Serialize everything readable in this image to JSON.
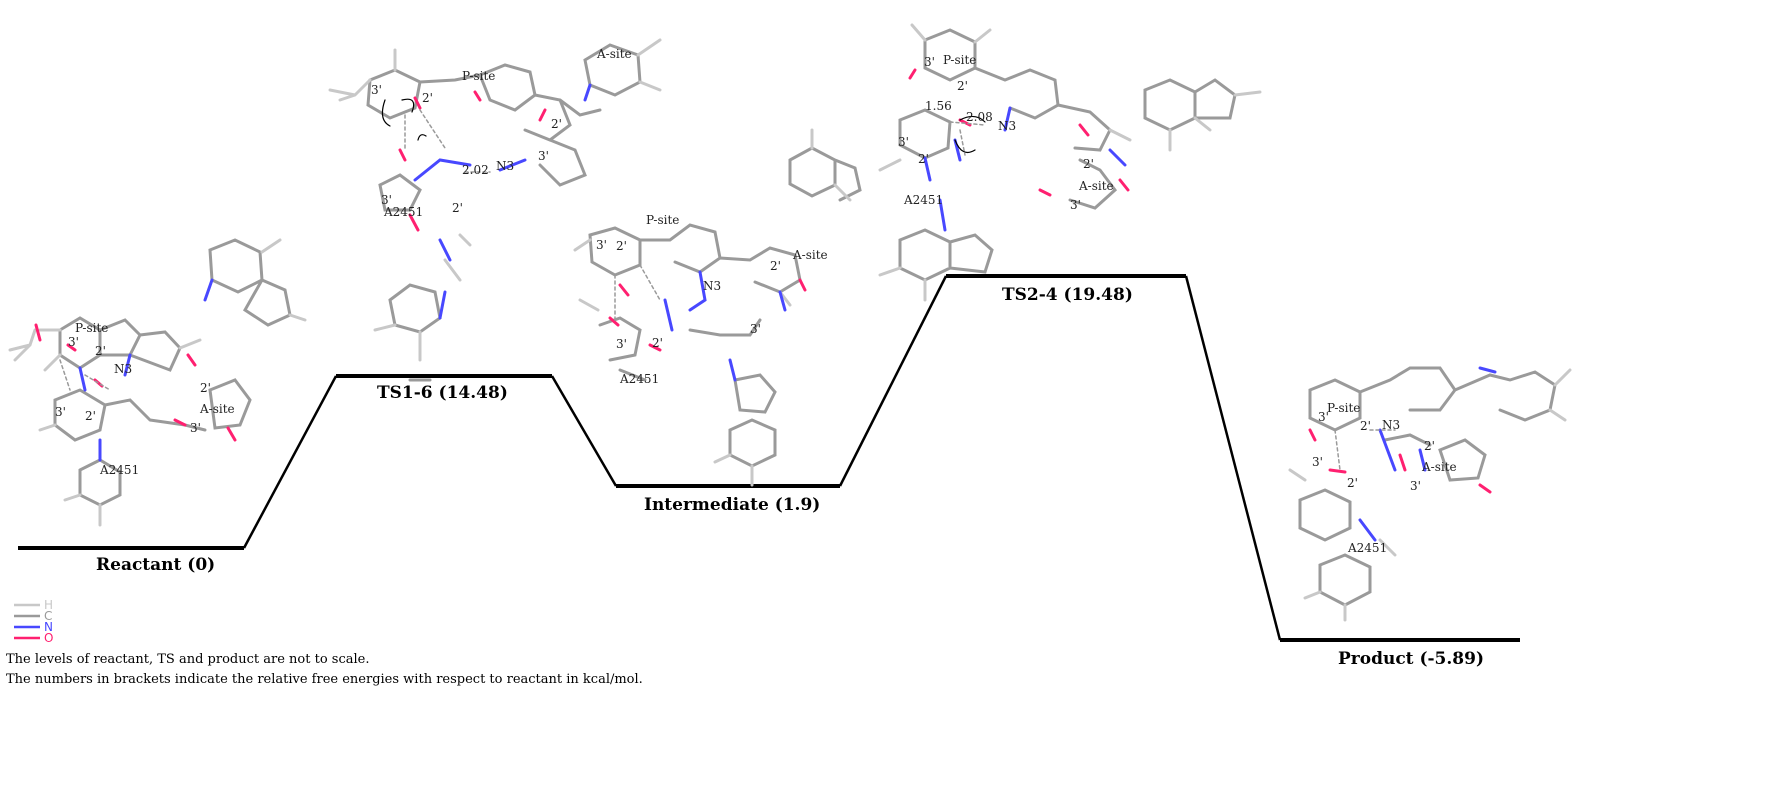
{
  "levels": [
    {
      "name": "Reactant",
      "energy": "(0)",
      "label": "Reactant (0)"
    },
    {
      "name": "TS1-6",
      "energy": "(14.48)",
      "label": "TS1-6 (14.48)"
    },
    {
      "name": "Intermediate",
      "energy": "(1.9)",
      "label": "Intermediate (1.9)"
    },
    {
      "name": "TS2-4",
      "energy": "(19.48)",
      "label": "TS2-4 (19.48)"
    },
    {
      "name": "Product",
      "energy": "(-5.89)",
      "label": "Product (-5.89)"
    }
  ],
  "structures": {
    "reactant": {
      "labels": [
        "P-site",
        "3'",
        "2'",
        "N3",
        "3'",
        "2'",
        "2'",
        "A-site",
        "3'",
        "A2451"
      ]
    },
    "ts1": {
      "labels": [
        "3'",
        "2'",
        "P-site",
        "A-site",
        "2'",
        "3'",
        "2.02",
        "N3",
        "3'",
        "2'",
        "A2451"
      ]
    },
    "intermediate": {
      "labels": [
        "P-site",
        "3'",
        "2'",
        "A-site",
        "2'",
        "N3",
        "3'",
        "2'",
        "3'",
        "A2451"
      ]
    },
    "ts2": {
      "labels": [
        "3'",
        "P-site",
        "2'",
        "1.56",
        "2.08",
        "N3",
        "3'",
        "2'",
        "2'",
        "A-site",
        "3'",
        "A2451"
      ]
    },
    "product": {
      "labels": [
        "P-site",
        "3'",
        "2'",
        "N3",
        "2'",
        "A-site",
        "3'",
        "3'",
        "2'",
        "A2451"
      ]
    }
  },
  "legend": [
    {
      "symbol": "H",
      "color": "#c8c8c8"
    },
    {
      "symbol": "C",
      "color": "#9a9a9a"
    },
    {
      "symbol": "N",
      "color": "#4848ff"
    },
    {
      "symbol": "O",
      "color": "#ff2070"
    }
  ],
  "colors": {
    "bond_h": "#c8c8c8",
    "bond_c": "#9a9a9a",
    "bond_n": "#4848ff",
    "bond_o": "#ff2070",
    "level": "#000000"
  },
  "notes": [
    "The levels of reactant, TS and product are not to scale.",
    "The numbers in brackets indicate the relative free energies with respect to reactant in kcal/mol."
  ]
}
